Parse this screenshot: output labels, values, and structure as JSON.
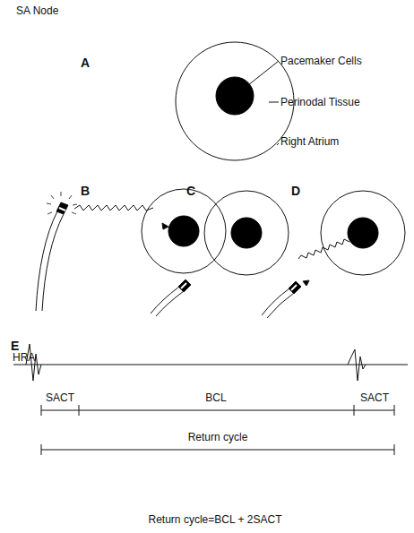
{
  "diagram": {
    "title": "SA Node",
    "labels": [
      "A",
      "Pacemaker Cells",
      "Perinodal Tissue",
      "Right Atrium",
      "B",
      "C",
      "D",
      "E",
      "HRA",
      "SACT",
      "BCL",
      "SACT",
      "Return cycle",
      "Return cycle=BCL + 2SACT"
    ]
  }
}
